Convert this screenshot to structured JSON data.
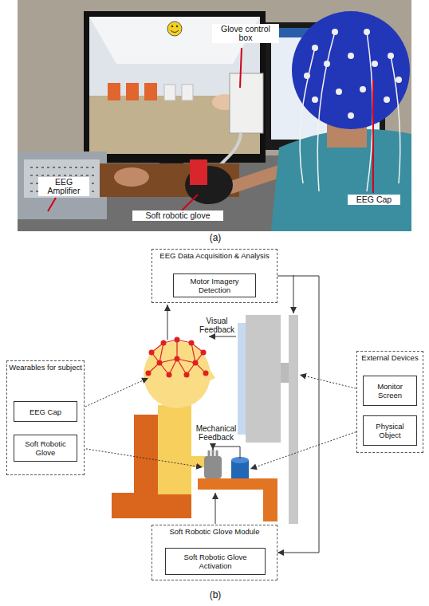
{
  "diagram": {
    "nodes": [
      {
        "text": [
          "EEG Data Acquisition & Analysis"
        ]
      },
      {
        "text": [
          "Motor Imagery Detection"
        ],
        "in": 0
      },
      {
        "text": [
          "Wearables for subject"
        ]
      },
      {
        "text": [
          "EEG Cap"
        ],
        "in": 2
      },
      {
        "text": [
          "Soft Robotic Glove"
        ],
        "in": 2
      },
      {
        "text": [
          "External Devices"
        ]
      },
      {
        "text": [
          "Monitor Screen"
        ],
        "in": 5
      },
      {
        "text": [
          "Physical Object"
        ],
        "in": 5
      },
      {
        "text": [
          "Soft Robotic Glove Module"
        ]
      },
      {
        "text": [
          "Soft Robotic Glove Activation"
        ],
        "in": 8
      }
    ],
    "edges": [
      {
        "from": 0,
        "to": 8,
        "arrow": "to"
      }
    ],
    "labels": [
      "Glove control box",
      "EEG Amplifier",
      "EEG Cap",
      "Soft robotic glove",
      "(a)",
      "Visual Feedback",
      "Mechanical Feedback",
      "(b)"
    ]
  }
}
